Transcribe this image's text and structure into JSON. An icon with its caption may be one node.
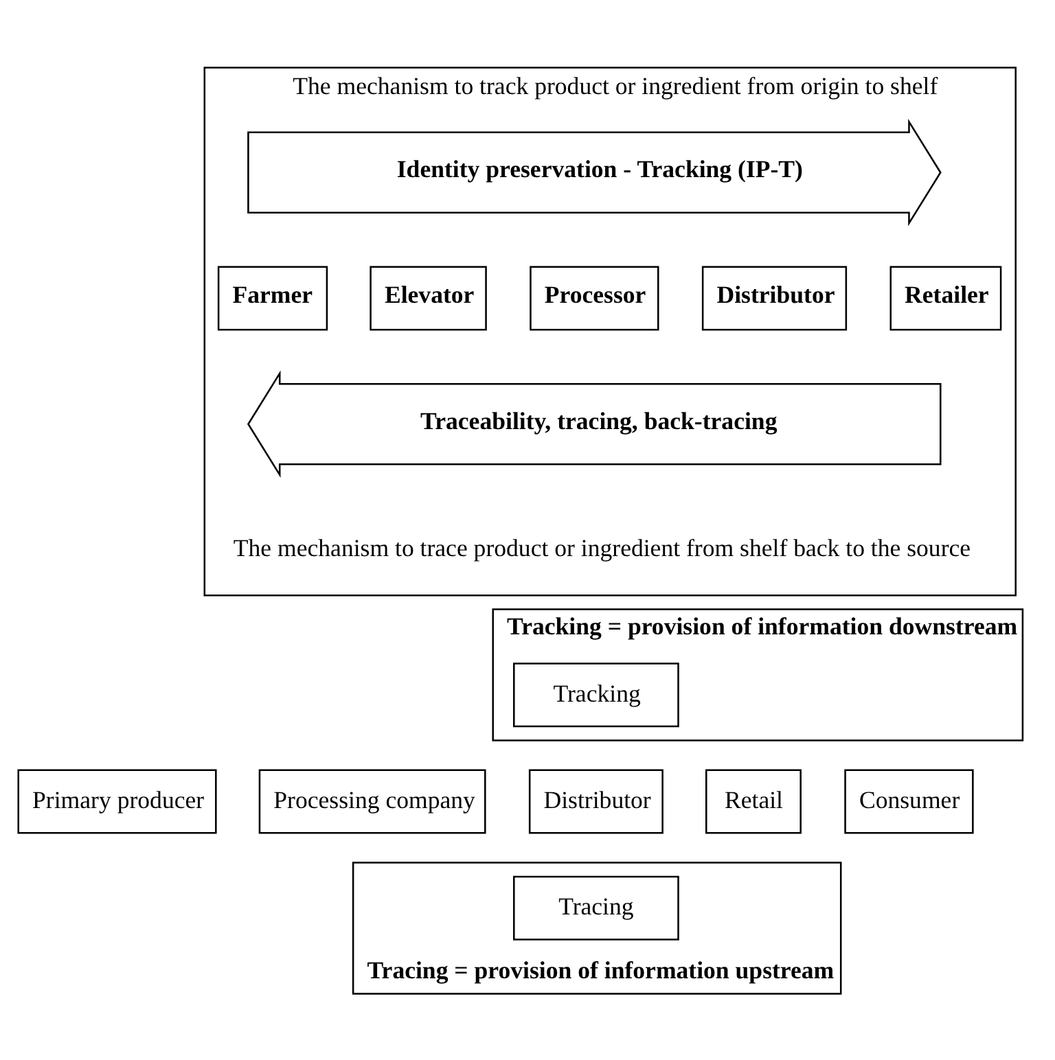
{
  "diagram": {
    "nodes": [
      {
        "text": [
          "The mechanism to *track* product or ingredient from origin to shelf",
          "The mechanism to *trace* product or ingredient from shelf back to the source"
        ]
      },
      {
        "text": [
          "Identity preservation - Tracking (IP-*T*)"
        ],
        "in": 0
      },
      {
        "text": [
          "Farmer"
        ],
        "in": 0
      },
      {
        "text": [
          "Elevator"
        ],
        "in": 0
      },
      {
        "text": [
          "Processor"
        ],
        "in": 0
      },
      {
        "text": [
          "Distributor"
        ],
        "in": 0
      },
      {
        "text": [
          "Retailer"
        ],
        "in": 0
      },
      {
        "text": [
          "Traceability, tracing, back-tracing"
        ],
        "in": 0
      },
      {
        "text": [
          "Tracking = provision of information downstream"
        ]
      },
      {
        "text": [
          "Tracking"
        ],
        "in": 8
      },
      {
        "text": [
          "Primary producer"
        ]
      },
      {
        "text": [
          "Processing company"
        ]
      },
      {
        "text": [
          "Distributor"
        ]
      },
      {
        "text": [
          "Retail"
        ]
      },
      {
        "text": [
          "Consumer"
        ]
      },
      {
        "text": [
          "Tracing = provision of information upstream"
        ]
      },
      {
        "text": [
          "Tracing"
        ],
        "in": 15
      }
    ]
  }
}
